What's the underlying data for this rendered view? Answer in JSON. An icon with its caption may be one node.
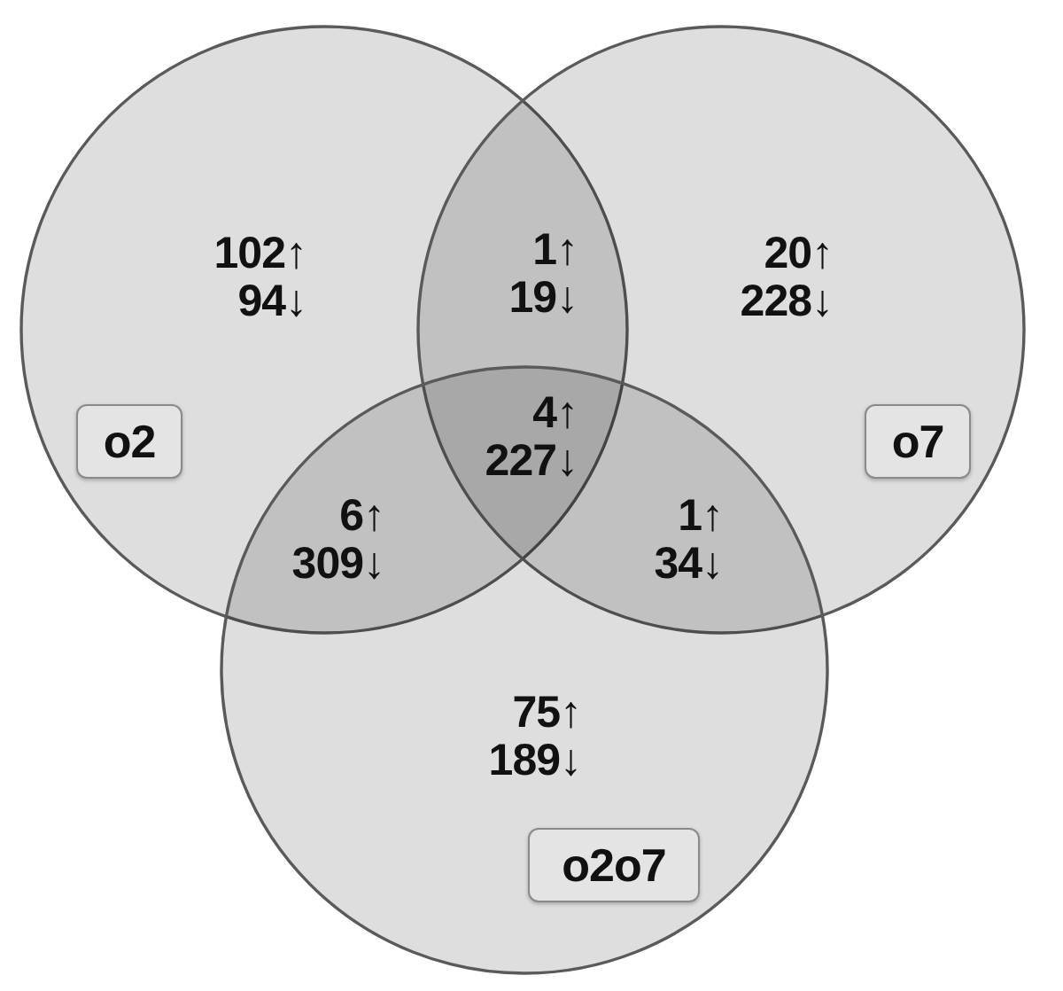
{
  "diagram": {
    "nodes": [
      {
        "text": [
          "102↑ 94↓"
        ]
      },
      {
        "text": [
          "o2"
        ],
        "in": 0
      },
      {
        "text": [
          "20↑ 228↓"
        ]
      },
      {
        "text": [
          "o7"
        ],
        "in": 2
      },
      {
        "text": [
          "75↑ 189↓"
        ]
      },
      {
        "text": [
          "o2o7"
        ],
        "in": 4
      }
    ],
    "labels": [
      "1↑ 19↓",
      "4↑ 227↓",
      "6↑ 309↓",
      "1↑ 34↓"
    ]
  }
}
